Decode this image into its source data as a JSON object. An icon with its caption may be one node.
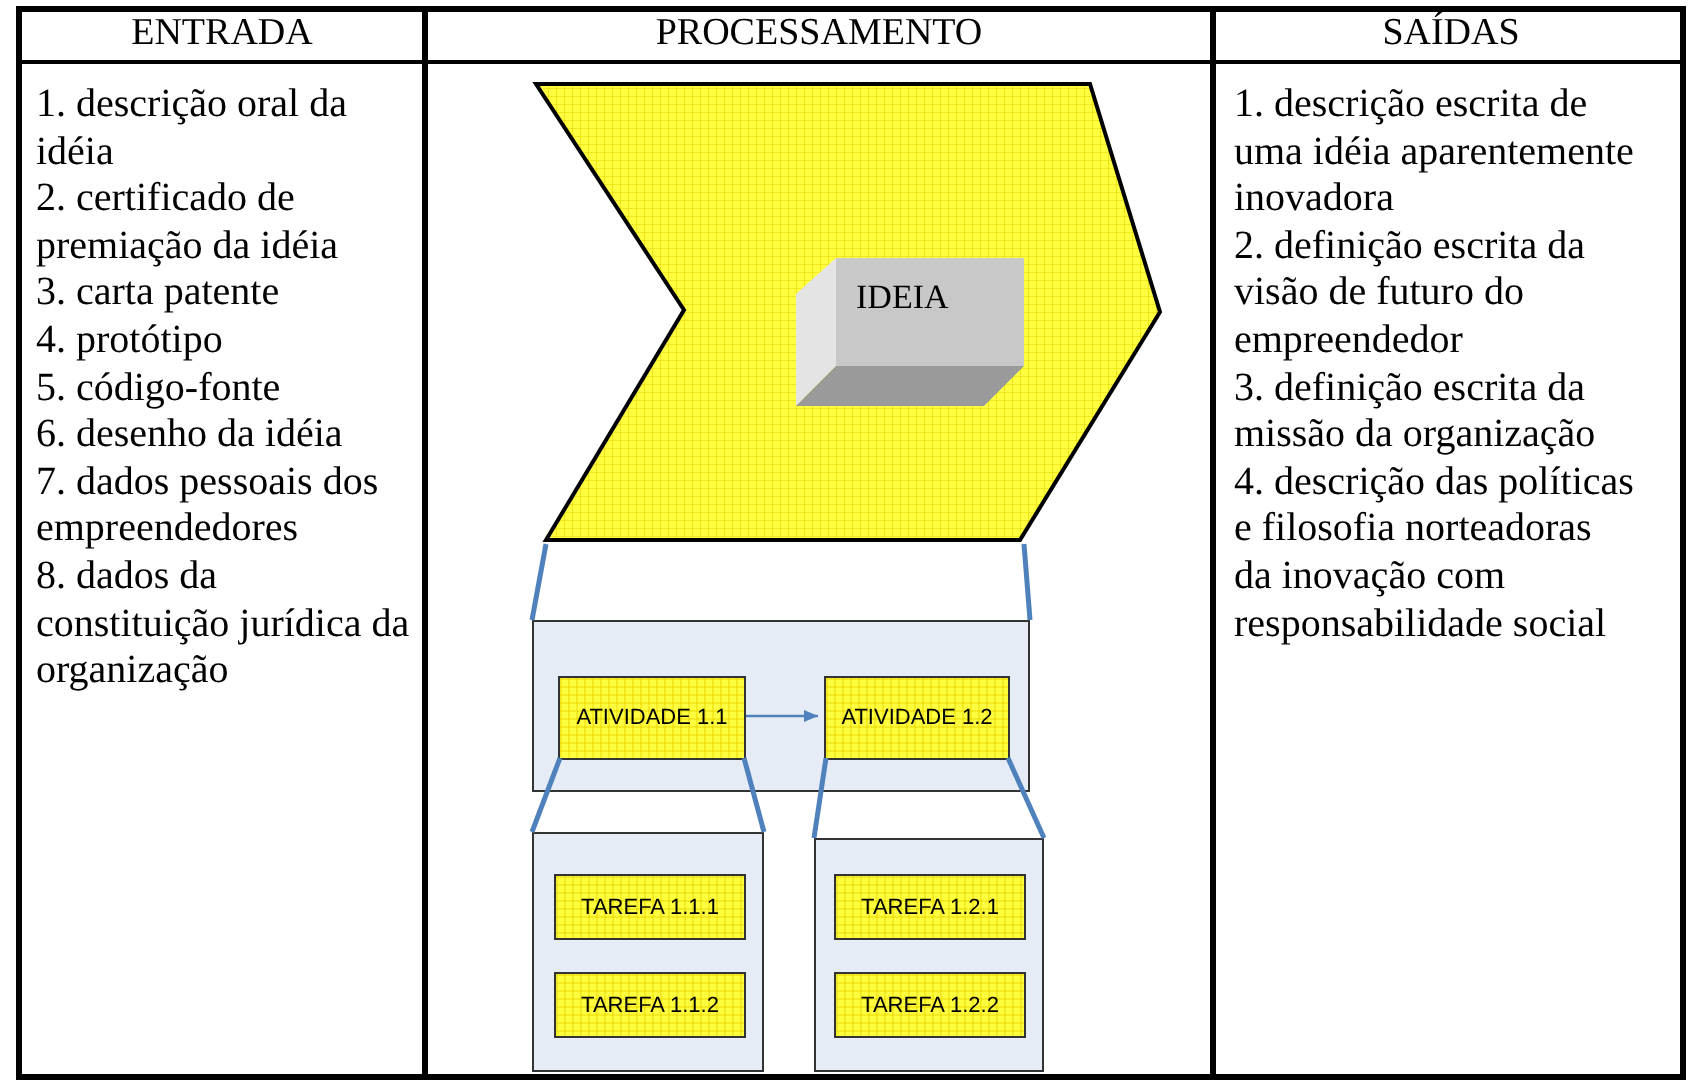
{
  "diagram": {
    "nodes": [
      {
        "text": [],
        "shape": "chevron"
      },
      {
        "text": [
          "IDEIA"
        ],
        "in": 0
      },
      {
        "text": [],
        "shape": "box"
      },
      {
        "text": [
          "ATIVIDADE 1.1"
        ],
        "in": 2
      },
      {
        "text": [
          "ATIVIDADE 1.2"
        ],
        "in": 2
      },
      {
        "text": [],
        "shape": "box"
      },
      {
        "text": [
          "TAREFA 1.1.1"
        ],
        "in": 5
      },
      {
        "text": [
          "TAREFA 1.1.2"
        ],
        "in": 5
      },
      {
        "text": [],
        "shape": "box"
      },
      {
        "text": [
          "TAREFA 1.2.1"
        ],
        "in": 8
      },
      {
        "text": [
          "TAREFA 1.2.2"
        ],
        "in": 8
      }
    ],
    "edges": [
      {
        "from": 0,
        "to": 2,
        "arrow": "none"
      },
      {
        "from": 0,
        "to": 2,
        "arrow": "none"
      },
      {
        "from": 3,
        "to": 4,
        "arrow": "to"
      },
      {
        "from": 3,
        "to": 5,
        "arrow": "none"
      },
      {
        "from": 3,
        "to": 5,
        "arrow": "none"
      },
      {
        "from": 4,
        "to": 8,
        "arrow": "none"
      },
      {
        "from": 4,
        "to": 8,
        "arrow": "none"
      }
    ],
    "labels": [
      "ENTRADA",
      "PROCESSAMENTO",
      "SAÍDAS",
      "1. descrição oral da idéia",
      "2. certificado de premiação da idéia",
      "3. carta patente",
      "4. protótipo",
      "5. código-fonte",
      "6. desenho da idéia",
      "7. dados pessoais dos empreendedores",
      "8. dados da constituição jurídica da organização",
      "1. descrição escrita de uma idéia aparentemente inovadora",
      "2. definição escrita da visão de futuro do empreendedor",
      "3. definição escrita da missão da organização",
      "4. descrição das políticas e filosofia norteadoras da inovação com responsabilidade social"
    ]
  }
}
